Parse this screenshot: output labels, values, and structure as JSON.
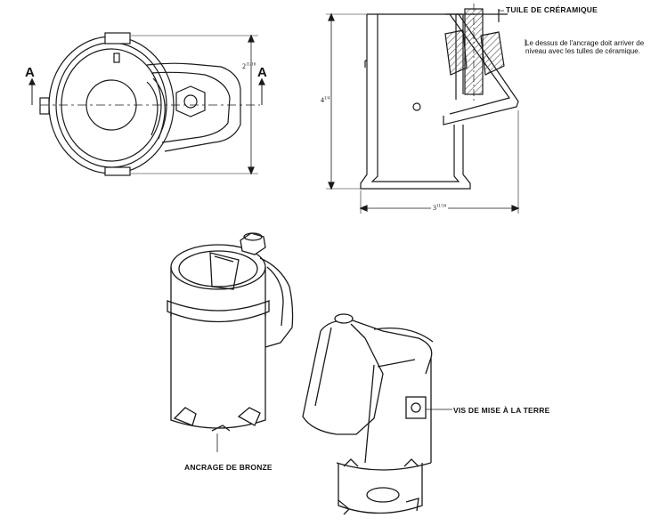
{
  "labels": {
    "section_left": "A",
    "section_right": "A",
    "tile": "TUILE DE CRÉRAMIQUE",
    "note": "Le dessus de l'ancrage doit arriver de niveau avec les tulles de céramique.",
    "ground_screw": "VIS DE MISE À LA TERRE",
    "bronze_anchor": "ANCRAGE DE BRONZE"
  },
  "dimensions": {
    "top_view_height_whole": "2",
    "top_view_height_frac": "11/16",
    "side_height_whole": "4",
    "side_height_frac": "1/4",
    "side_width_whole": "3",
    "side_width_frac": "11/16"
  },
  "colors": {
    "line": "#1a1a1a",
    "fill": "#ffffff",
    "hatch": "#555555"
  }
}
